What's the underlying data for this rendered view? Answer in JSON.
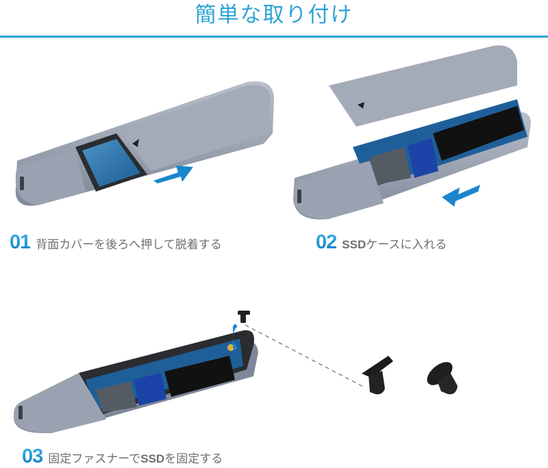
{
  "header": {
    "title": "簡単な取り付け",
    "accent_color": "#2ea3d6"
  },
  "steps": [
    {
      "number": "01",
      "text": "背面カバーを後ろへ押して脱着する"
    },
    {
      "number": "02",
      "bold": "SSD",
      "text": "ケースに入れる"
    },
    {
      "number": "03",
      "text_a": "固定ファスナーで",
      "bold": "SSD",
      "text_b": "を固定する"
    }
  ],
  "illustrations": [
    {
      "name": "enclosure-cover-slide",
      "arrow": "right",
      "arrow_color": "#1a86cc"
    },
    {
      "name": "ssd-insert",
      "arrow": "left",
      "arrow_color": "#1a86cc"
    },
    {
      "name": "fastener-install",
      "parts": [
        "fastener-top",
        "fastener-side"
      ]
    }
  ]
}
